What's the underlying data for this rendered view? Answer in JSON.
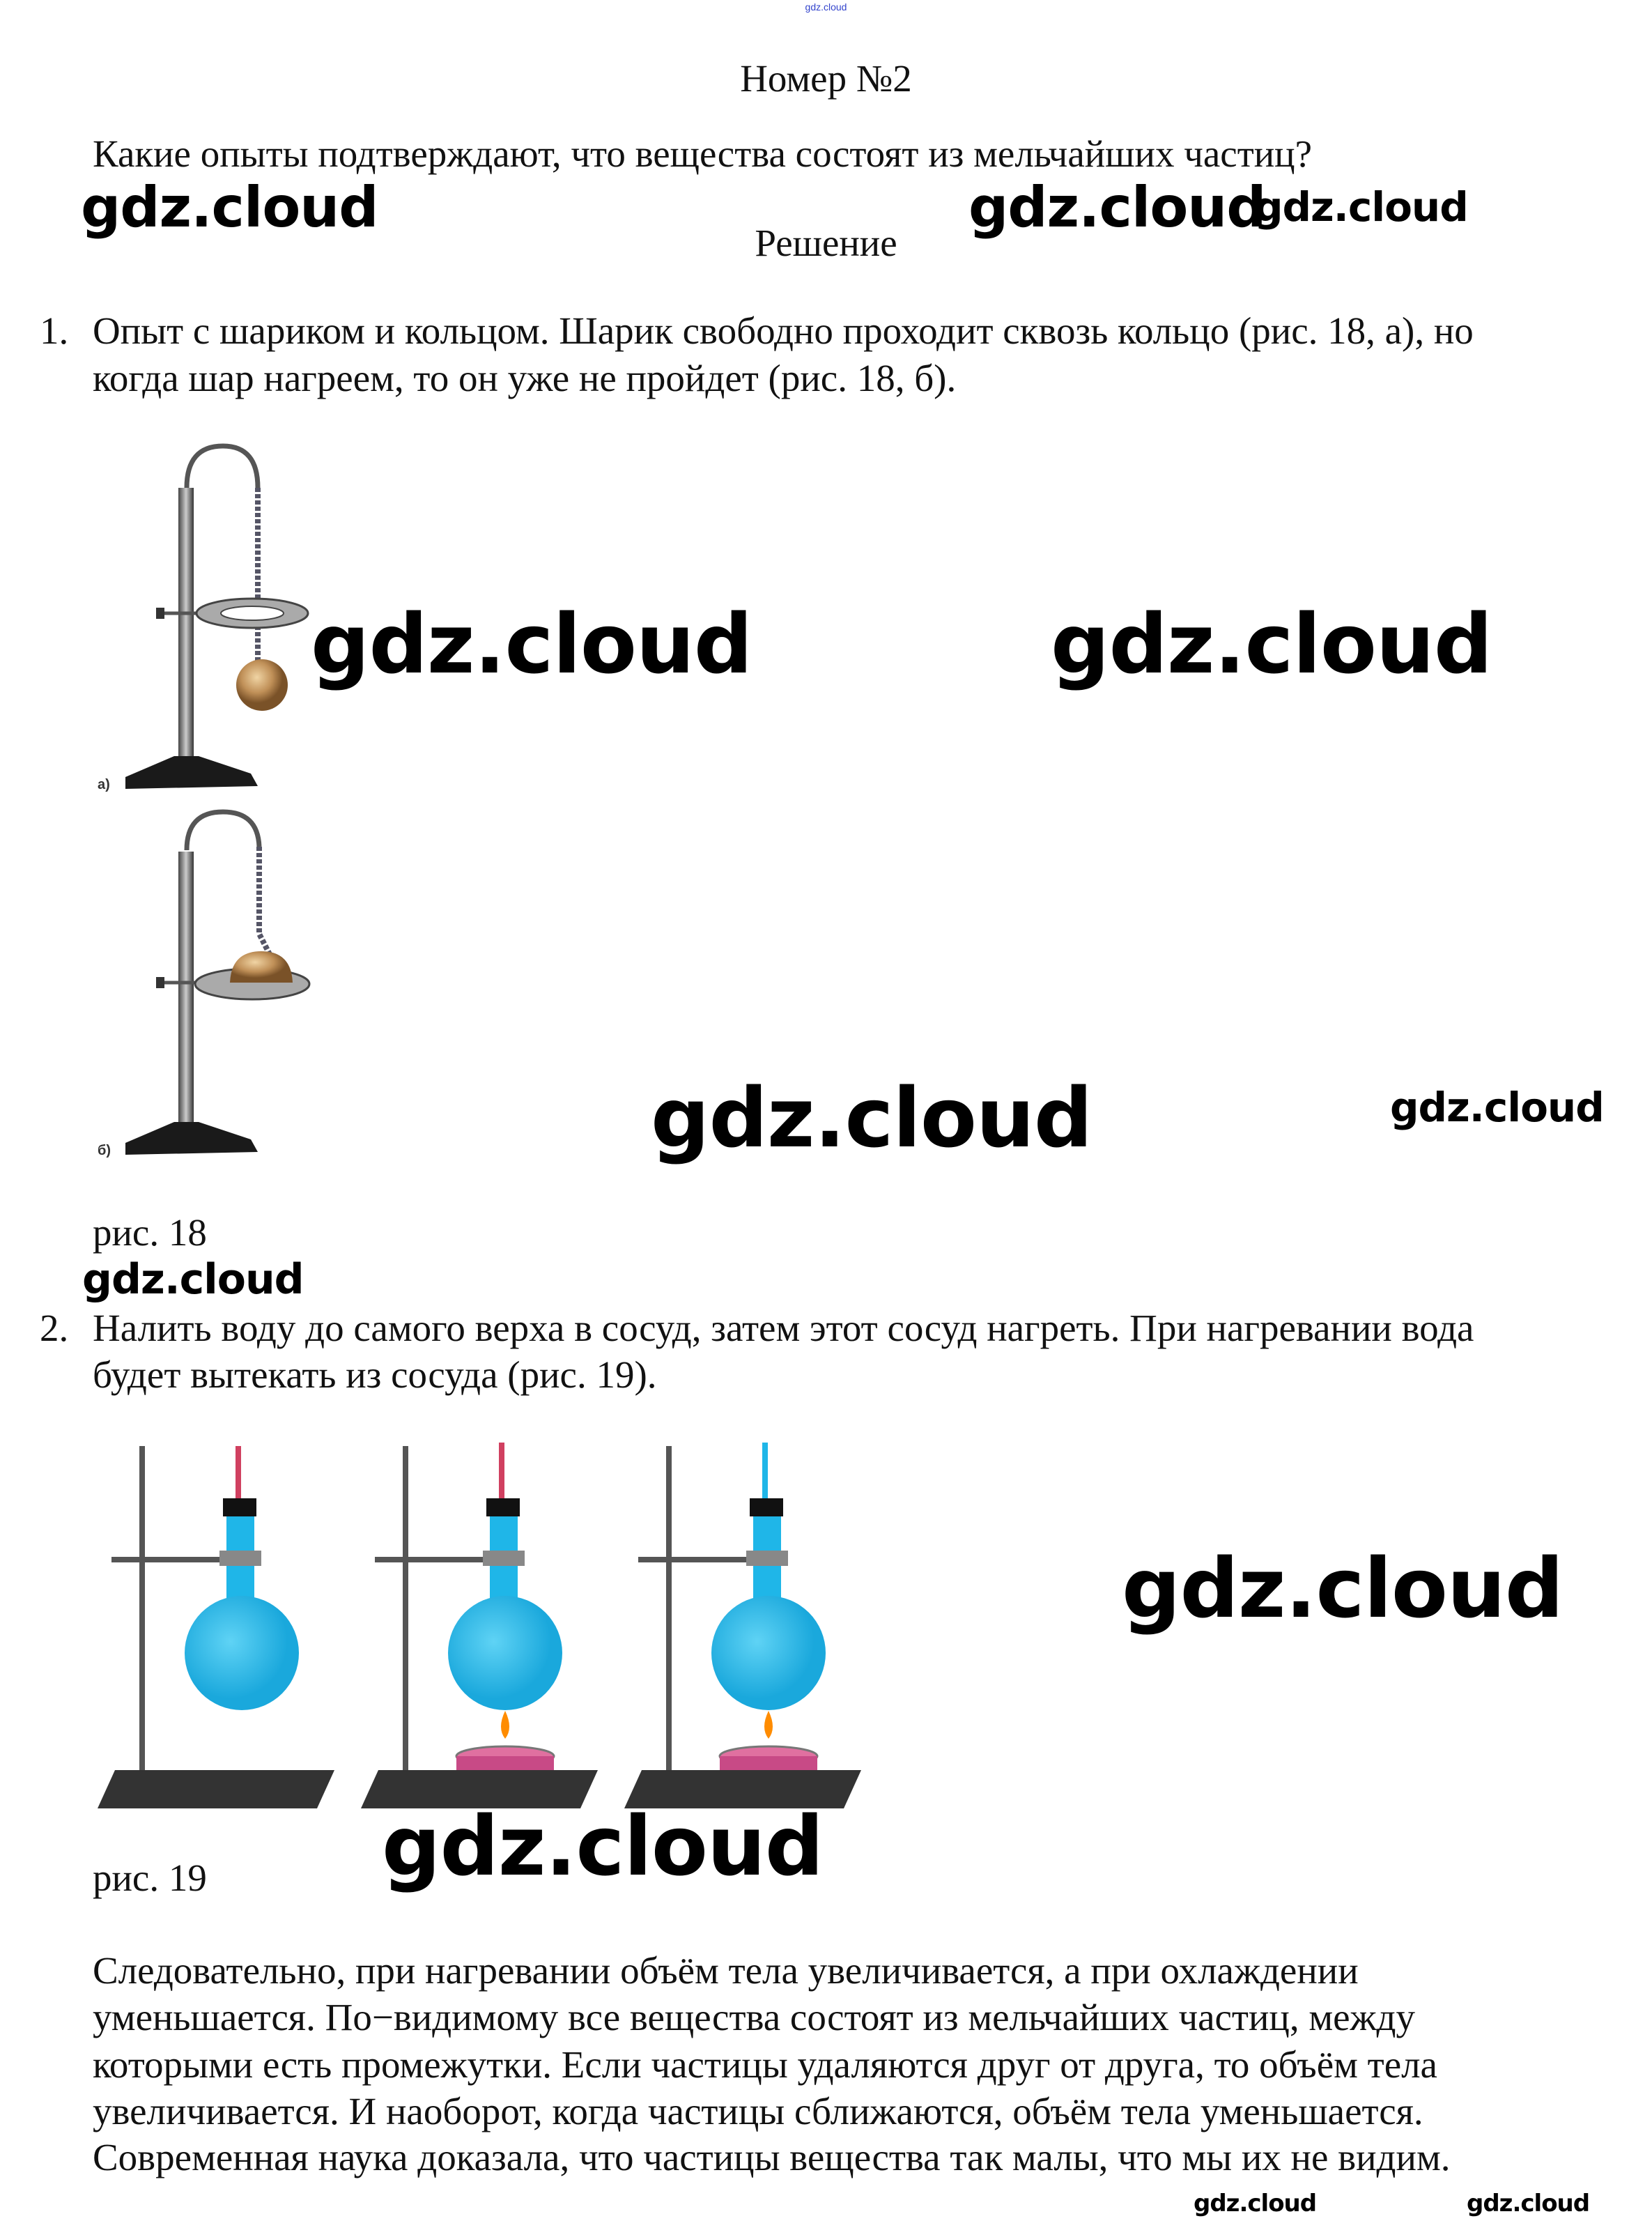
{
  "header_watermark": "gdz.cloud",
  "title": "Номер №2",
  "question": "Какие опыты подтверждают, что вещества состоят из мельчайших частиц?",
  "solution_heading": "Решение",
  "items": [
    {
      "number": "1.",
      "lines": [
        "Опыт с шариком и кольцом. Шарик свободно проходит сквозь кольцо (рис. 18, а), но",
        "когда шар нагреем, то он уже не пройдет (рис. 18, б)."
      ],
      "figure": {
        "caption": "рис. 18",
        "labels": [
          "а)",
          "б)"
        ]
      }
    },
    {
      "number": "2.",
      "lines": [
        "Налить воду до самого верха в сосуд, затем этот сосуд нагреть. При нагревании вода",
        "будет вытекать из сосуда (рис. 19)."
      ],
      "figure": {
        "caption": "рис. 19"
      }
    }
  ],
  "conclusion_lines": [
    "Следовательно, при нагревании объём тела увеличивается, а при охлаждении",
    "уменьшается. По−видимому все вещества состоят из мельчайших частиц, между",
    "которыми есть промежутки. Если частицы удаляются друг от друга, то объём тела",
    "увеличивается. И наоборот, когда частицы сближаются, объём тела уменьшается.",
    "Современная наука доказала, что частицы вещества так малы, что мы их не видим."
  ],
  "watermark_text": "gdz.cloud",
  "colors": {
    "water": "#1fb6e8",
    "ball": "#b8864a",
    "stand": "#222222",
    "watermark_top": "#3344cc"
  }
}
